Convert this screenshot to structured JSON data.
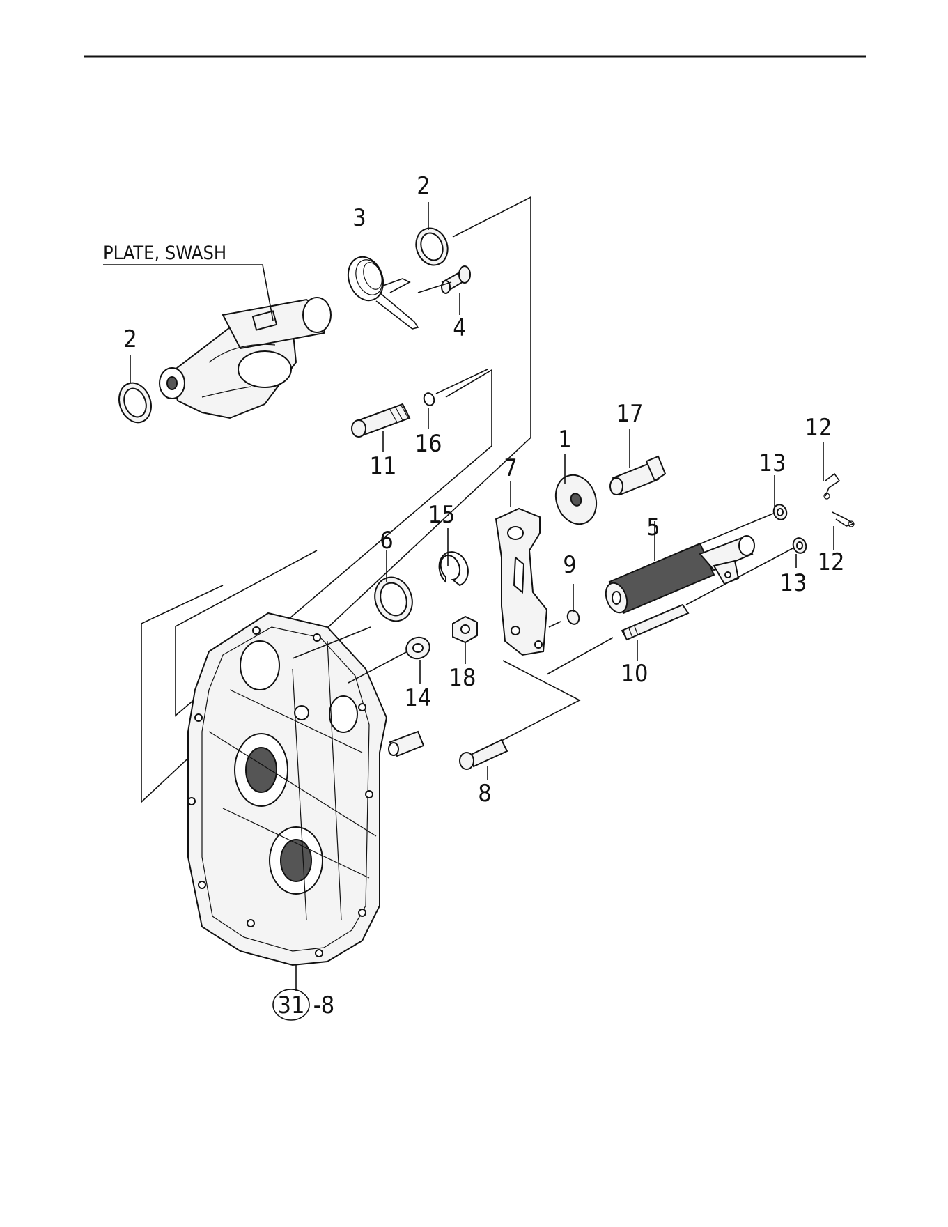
{
  "title_label": "PLATE, SWASH",
  "assembly_ref": {
    "circle": "31",
    "suffix": "-8"
  },
  "callouts": {
    "c2a": "2",
    "c3": "3",
    "c2b": "2",
    "c4": "4",
    "c16": "16",
    "c11": "11",
    "c17": "17",
    "c1": "1",
    "c12a": "12",
    "c7": "7",
    "c13a": "13",
    "c15": "15",
    "c6": "6",
    "c5": "5",
    "c12b": "12",
    "c13b": "13",
    "c9": "9",
    "c18": "18",
    "c14": "14",
    "c10": "10",
    "c8": "8"
  }
}
